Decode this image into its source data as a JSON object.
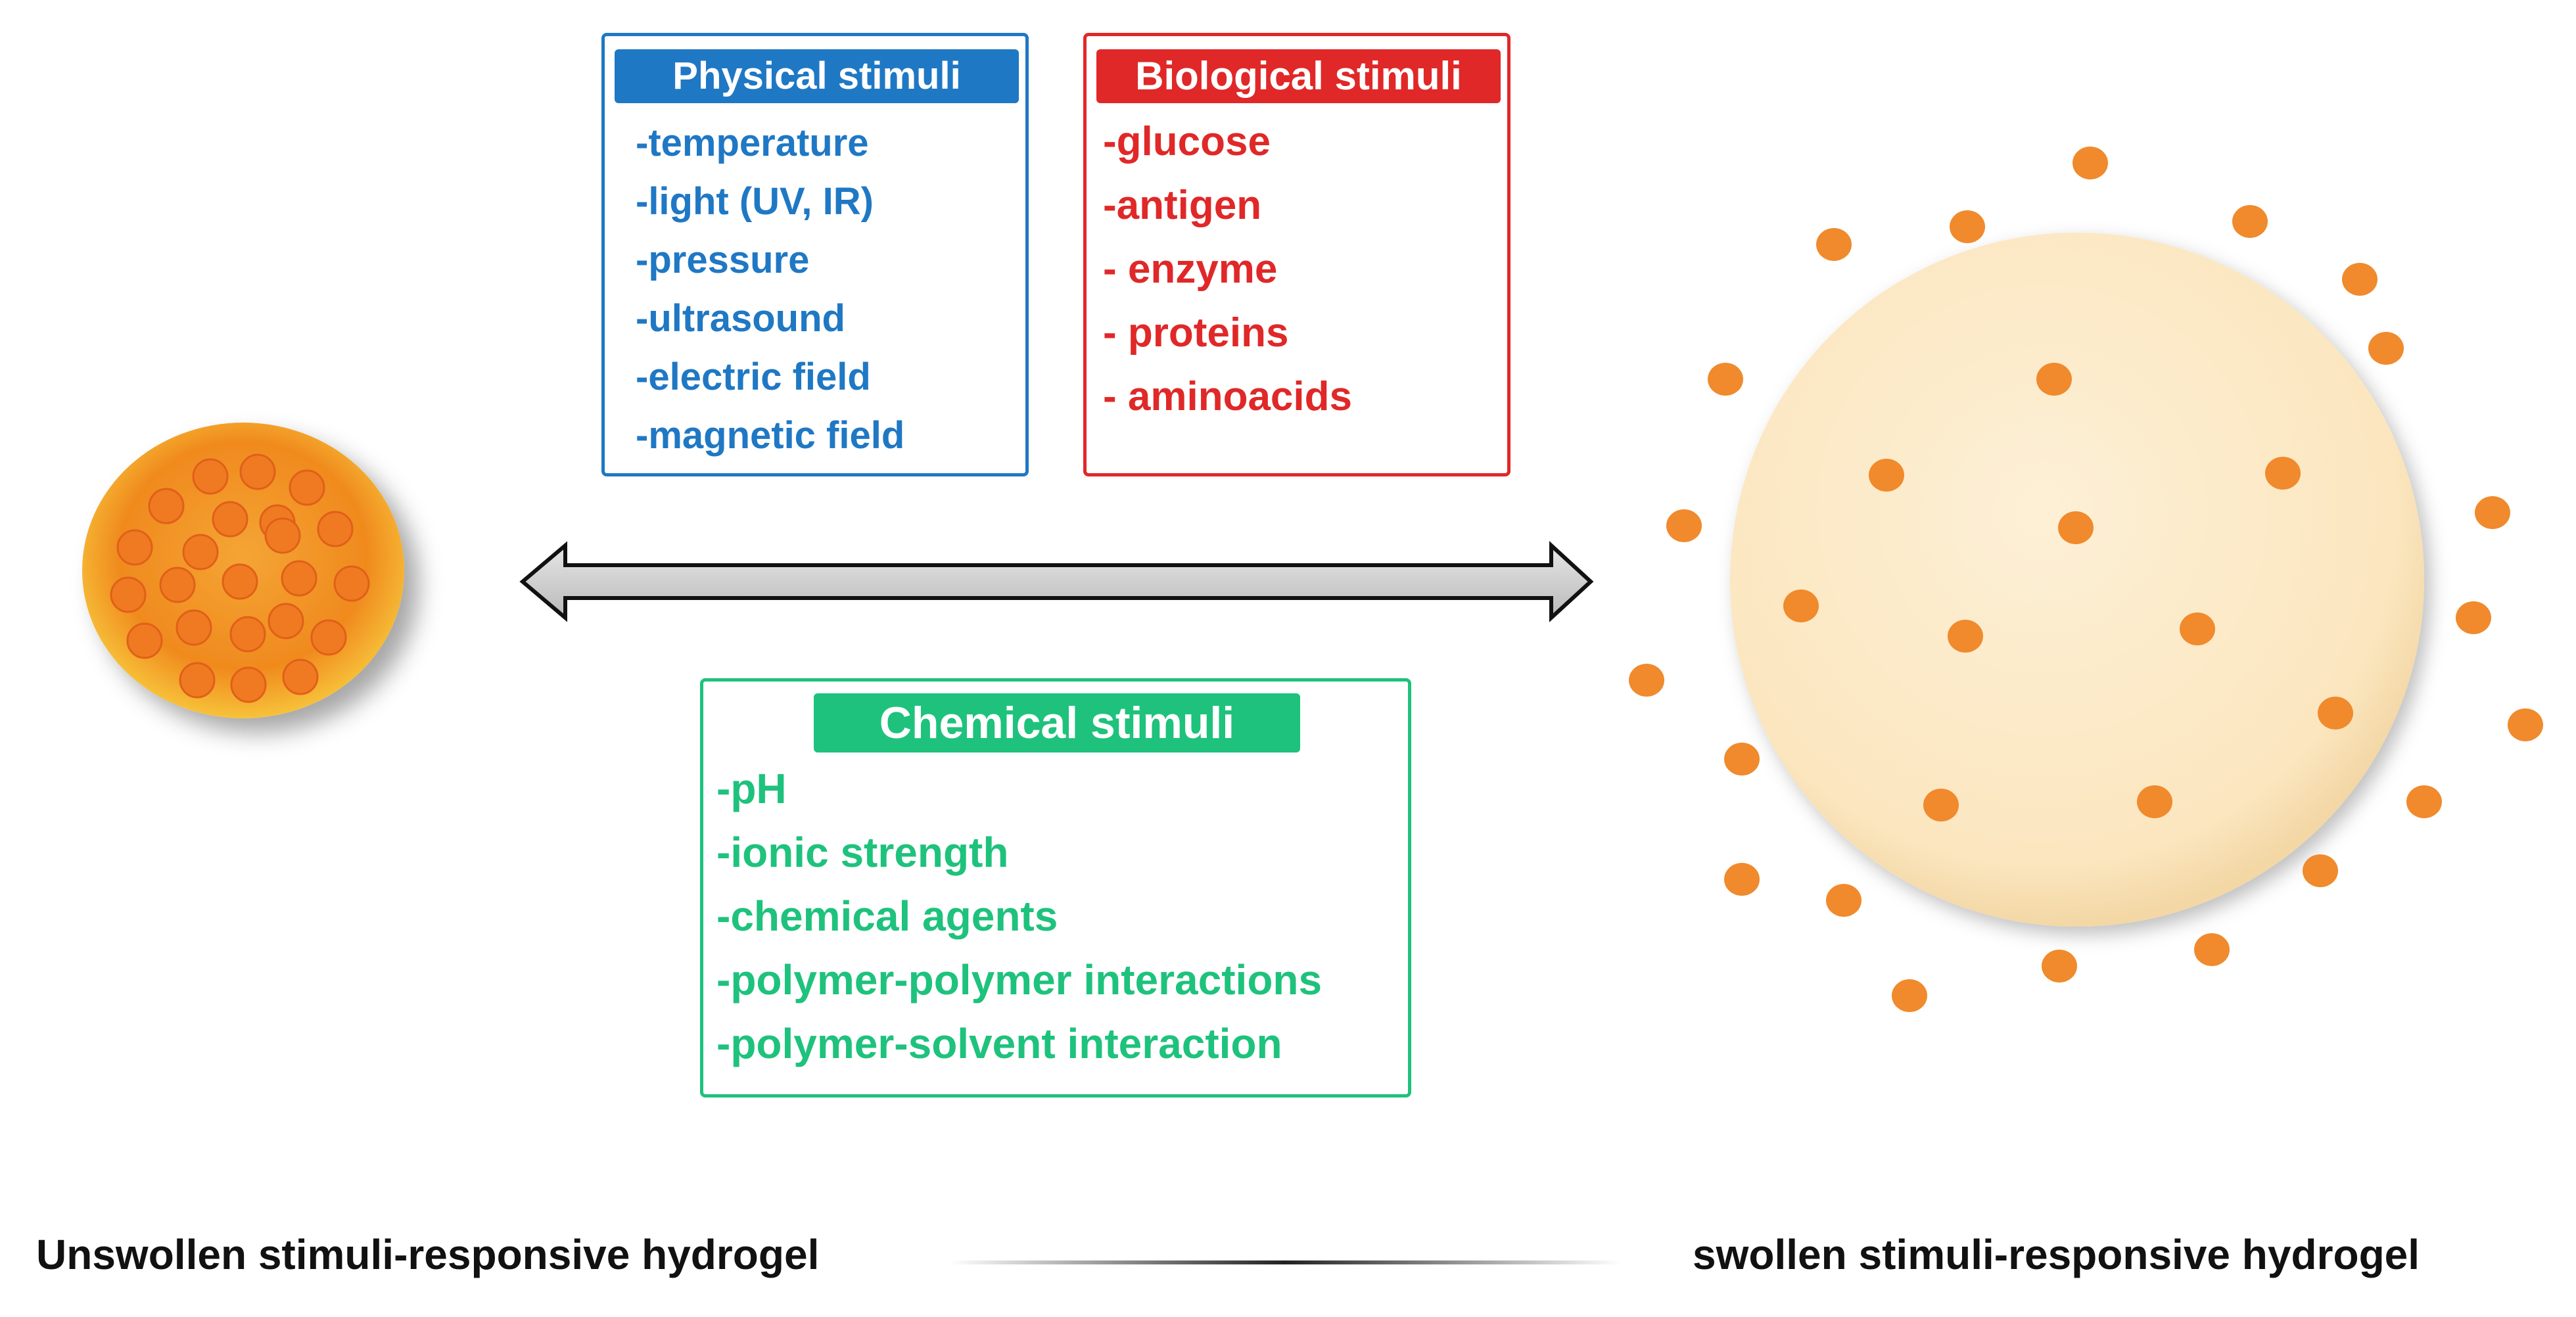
{
  "physical": {
    "title": "Physical stimuli",
    "items": [
      "-temperature",
      "-light (UV, IR)",
      "-pressure",
      "-ultrasound",
      "-electric field",
      "-magnetic field"
    ]
  },
  "biological": {
    "title": "Biological stimuli",
    "items": [
      "-glucose",
      "-antigen",
      "- enzyme",
      "- proteins",
      "- aminoacids"
    ]
  },
  "chemical": {
    "title": "Chemical stimuli",
    "items": [
      "-pH",
      "-ionic strength",
      "-chemical agents",
      "-polymer-polymer interactions",
      "-polymer-solvent interaction"
    ]
  },
  "captions": {
    "unswollen": "Unswollen stimuli-responsive hydrogel",
    "swollen": "swollen stimuli-responsive hydrogel"
  },
  "colors": {
    "physical": "#1f78c4",
    "biological": "#e02828",
    "chemical": "#1ec27c",
    "particle": "#f08a2c",
    "swollen_gel": "#fbe9c6"
  }
}
